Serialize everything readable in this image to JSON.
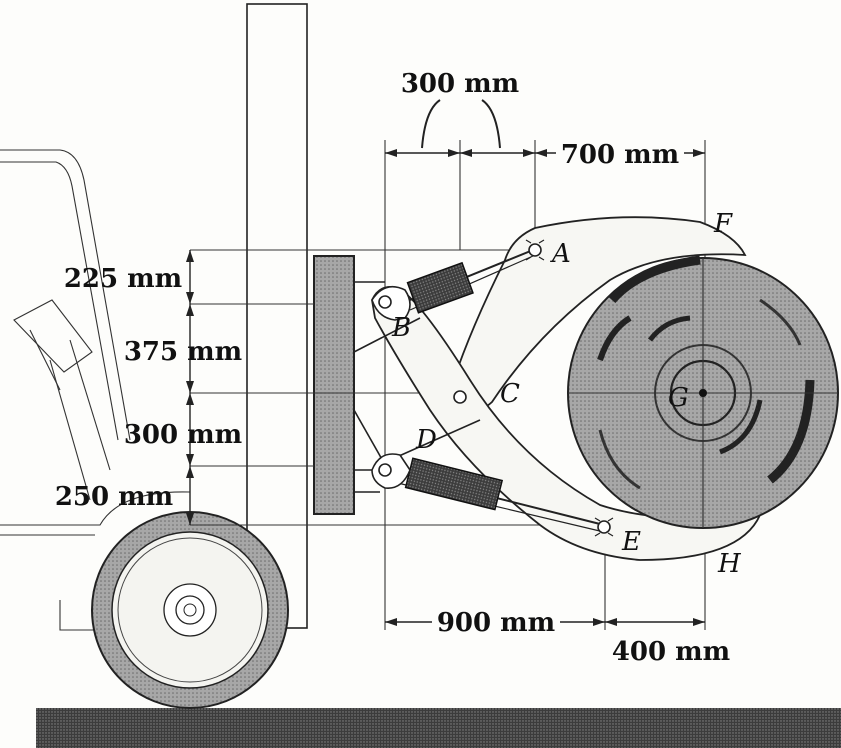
{
  "dimensions": {
    "d300_top": "300 mm",
    "d700": "700 mm",
    "d225": "225 mm",
    "d375": "375 mm",
    "d300_left": "300 mm",
    "d250": "250 mm",
    "d900": "900 mm",
    "d400": "400 mm"
  },
  "points": {
    "A": "A",
    "B": "B",
    "C": "C",
    "D": "D",
    "E": "E",
    "F": "F",
    "G": "G",
    "H": "H"
  },
  "colors": {
    "ink": "#222222",
    "ground": "#3a3a3a",
    "roll": "#8a8a8a",
    "cylinder": "#444444"
  }
}
